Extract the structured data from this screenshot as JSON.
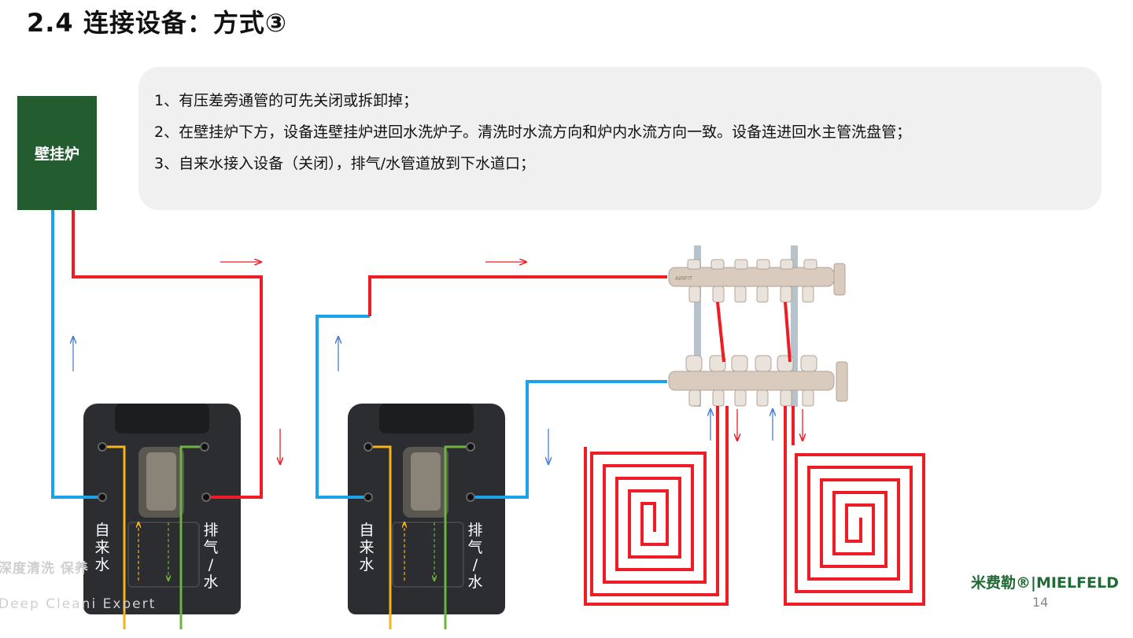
{
  "title": "2.4  连接设备：方式③",
  "info_lines": [
    "1、有压差旁通管的可先关闭或拆卸掉；",
    "2、在壁挂炉下方，设备连壁挂炉进回水洗炉子。清洗时水流方向和炉内水流方向一致。设备连进回水主管洗盘管；",
    "3、自来水接入设备（关闭），排气/水管道放到下水道口；"
  ],
  "boiler_label": "壁挂炉",
  "device_labels": {
    "tap_water": "自\n来\n水",
    "drain": "排\n气\n/水"
  },
  "manifold_brand": "AIRFIT",
  "watermark": {
    "line1": "深度清洗 保养",
    "line2": "Deep Cleani        Expert"
  },
  "logo_text": "米费勒®|MIELFELD",
  "page_number": "14",
  "colors": {
    "supply_red": "#ee1c25",
    "return_blue": "#1aa3e8",
    "arrow_blue": "#4a7fd1",
    "yellow_pipe": "#f5b21b",
    "green_pipe": "#6cb33f",
    "boiler_green": "#235c2e"
  }
}
